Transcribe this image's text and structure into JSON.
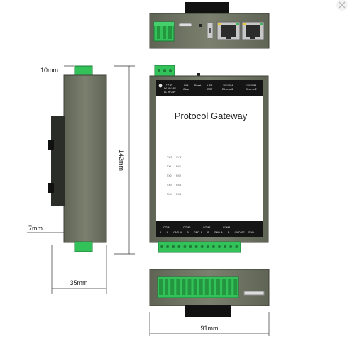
{
  "dimensions": {
    "height_label": "142mm",
    "width_label": "91mm",
    "depth_label": "35mm",
    "terminal_label": "10mm",
    "rail_label": "7mm"
  },
  "front_panel": {
    "title": "Protocol Gateway",
    "top_labels": {
      "power": "V+  V-\nDC 9~24V\nAC 9~24V",
      "sim": "SIM\nClose",
      "reset": "Reset",
      "usb": "USB\nRST",
      "eth1": "10/100M\nEthernet1",
      "eth2": "10/100M\nEthernet2"
    },
    "led_labels": [
      [
        "PWR",
        "SYS"
      ],
      [
        "TX1",
        "RX1"
      ],
      [
        "TX2",
        "RX2"
      ],
      [
        "TX3",
        "RX3"
      ],
      [
        "TX4",
        "RX4"
      ]
    ],
    "bottom_com_labels": [
      "COM1",
      "COM2",
      "COM3",
      "COM4"
    ],
    "bottom_pin_labels": [
      "A",
      "B",
      "GND",
      "A",
      "B",
      "GND",
      "A",
      "B",
      "GND",
      "A",
      "B",
      "GND",
      "FE",
      "GND"
    ]
  },
  "icons": {
    "close": "close-icon"
  },
  "colors": {
    "housing": "#6f7464",
    "housing_dark": "#4a4e42",
    "terminal_green": "#33c15a",
    "panel_black": "#151515",
    "panel_white": "#ffffff"
  }
}
